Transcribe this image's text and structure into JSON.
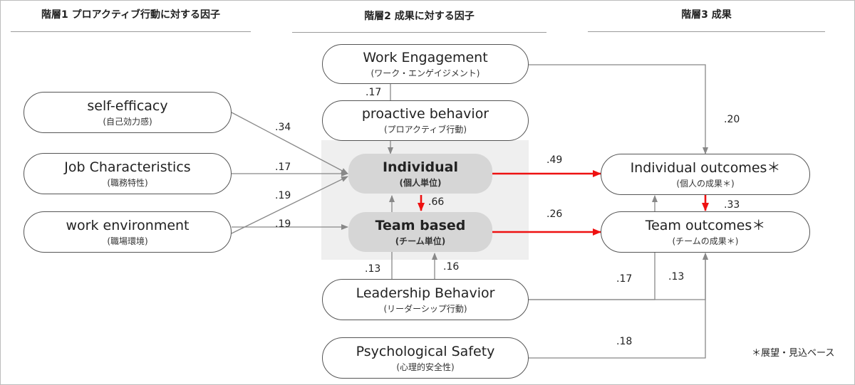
{
  "levels": {
    "level1": "階層1  プロアクティブ行動に対する因子",
    "level2": "階層2  成果に対する因子",
    "level3": "階層3  成果"
  },
  "nodes": {
    "work_engagement": {
      "en": "Work Engagement",
      "ja": "(ワーク・エンゲイジメント)"
    },
    "self_efficacy": {
      "en": "self-efficacy",
      "ja": "(自己効力感)"
    },
    "proactive_behavior": {
      "en": "proactive behavior",
      "ja": "(プロアクティブ行動)"
    },
    "job_characteristics": {
      "en": "Job Characteristics",
      "ja": "(職務特性)"
    },
    "individual": {
      "en": "Individual",
      "ja": "(個人単位)"
    },
    "work_environment": {
      "en": "work environment",
      "ja": "(職場環境)"
    },
    "team_based": {
      "en": "Team based",
      "ja": "(チーム単位)"
    },
    "individual_outcomes": {
      "en": "Individual outcomes＊",
      "ja": "(個人の成果＊)"
    },
    "team_outcomes": {
      "en": "Team outcomes＊",
      "ja": "(チームの成果＊)"
    },
    "leadership_behavior": {
      "en": "Leadership Behavior",
      "ja": "(リーダーシップ行動)"
    },
    "psychological_safety": {
      "en": "Psychological Safety",
      "ja": "(心理的安全性)"
    }
  },
  "coefficients": {
    "engagement_to_proactive": ".17",
    "self_efficacy_to_individual": ".34",
    "job_char_to_individual": ".17",
    "work_env_to_individual": ".19",
    "work_env_to_team": ".19",
    "engagement_to_indiv_outcomes": ".20",
    "individual_to_indiv_outcomes": ".49",
    "individual_to_team": ".66",
    "team_to_team_outcomes": ".26",
    "indiv_outcomes_to_team_outcomes": ".33",
    "leadership_to_individual": ".13",
    "leadership_to_team": ".16",
    "leadership_to_indiv_outcomes": ".17",
    "leadership_to_team_outcomes": ".13",
    "psych_safety_to_team_outcomes": ".18"
  },
  "footnote": "＊展望・見込ベース",
  "colors": {
    "gray_arrow": "#888888",
    "red_arrow": "#ee1111",
    "core_fill": "#d6d6d6",
    "panel_fill": "#efefef"
  }
}
